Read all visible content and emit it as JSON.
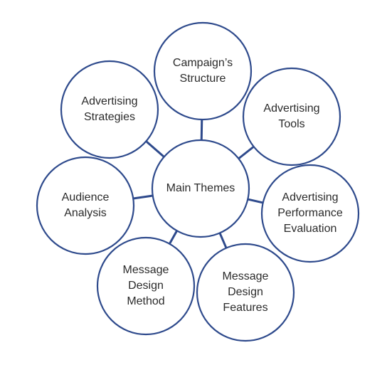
{
  "diagram": {
    "colors": {
      "stroke": "#2e4a8c",
      "fill": "#ffffff",
      "text": "#2b2b2b"
    },
    "center": {
      "lines": [
        "Main Themes"
      ]
    },
    "nodes": [
      {
        "id": "campaigns-structure",
        "lines": [
          "Campaign’s",
          "Structure"
        ]
      },
      {
        "id": "advertising-tools",
        "lines": [
          "Advertising",
          "Tools"
        ]
      },
      {
        "id": "advertising-performance-evaluation",
        "lines": [
          "Advertising",
          "Performance",
          "Evaluation"
        ]
      },
      {
        "id": "message-design-features",
        "lines": [
          "Message",
          "Design",
          "Features"
        ]
      },
      {
        "id": "message-design-method",
        "lines": [
          "Message",
          "Design",
          "Method"
        ]
      },
      {
        "id": "audience-analysis",
        "lines": [
          "Audience",
          "Analysis"
        ]
      },
      {
        "id": "advertising-strategies",
        "lines": [
          "Advertising",
          "Strategies"
        ]
      }
    ]
  }
}
